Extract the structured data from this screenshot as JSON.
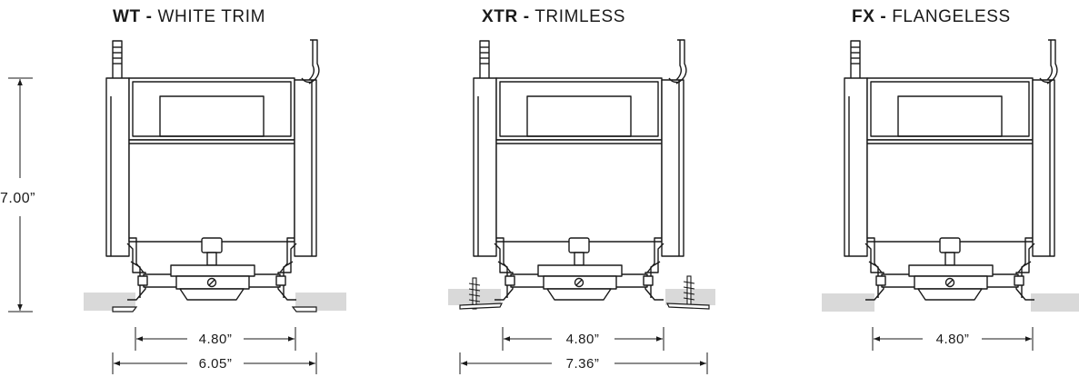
{
  "fixtures": [
    {
      "code": "WT",
      "separator": "-",
      "name": "WHITE TRIM",
      "inner_width": "4.80”",
      "outer_width": "6.05”"
    },
    {
      "code": "XTR",
      "separator": "-",
      "name": "TRIMLESS",
      "inner_width": "4.80”",
      "outer_width": "7.36”"
    },
    {
      "code": "FX",
      "separator": "-",
      "name": "FLANGELESS",
      "inner_width": "4.80”"
    }
  ],
  "height_label": "7.00”",
  "colors": {
    "line": "#1a1a1a",
    "ceiling": "#d9d9d9"
  }
}
